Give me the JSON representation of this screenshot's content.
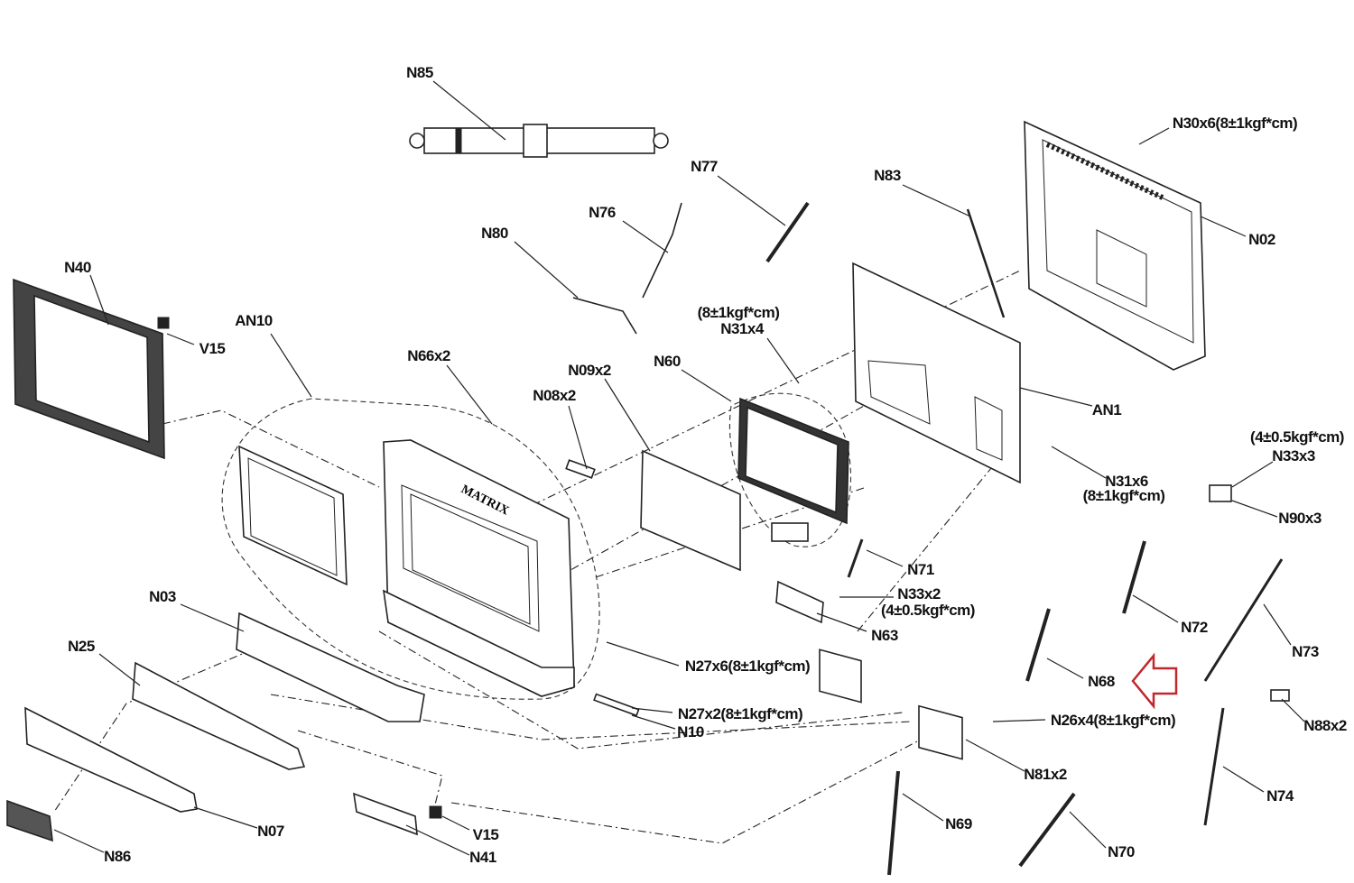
{
  "diagram": {
    "labels": {
      "n85": "N85",
      "n77": "N77",
      "n76": "N76",
      "n80": "N80",
      "n83": "N83",
      "n30": "N30x6(8±1kgf*cm)",
      "n02": "N02",
      "n40": "N40",
      "v15a": "V15",
      "an10": "AN10",
      "n66": "N66x2",
      "n09": "N09x2",
      "n08": "N08x2",
      "n60": "N60",
      "n31x4_torque": "(8±1kgf*cm)",
      "n31x4": "N31x4",
      "an1": "AN1",
      "n33x3_torque": "(4±0.5kgf*cm)",
      "n33x3": "N33x3",
      "n31x6": "N31x6",
      "n31x6_torque": "(8±1kgf*cm)",
      "n90": "N90x3",
      "n71": "N71",
      "n33x2": "N33x2",
      "n33x2_torque": "(4±0.5kgf*cm)",
      "n63": "N63",
      "n03": "N03",
      "n25": "N25",
      "n27x6": "N27x6(8±1kgf*cm)",
      "n68": "N68",
      "n72": "N72",
      "n73": "N73",
      "n88": "N88x2",
      "n27x2": "N27x2(8±1kgf*cm)",
      "n10": "N10",
      "n26": "N26x4(8±1kgf*cm)",
      "n81": "N81x2",
      "n74": "N74",
      "n07": "N07",
      "n69": "N69",
      "v15b": "V15",
      "n86": "N86",
      "n41": "N41",
      "n70": "N70"
    },
    "brand_text": "MATRIX",
    "highlight_arrow": {
      "points_to": "N68",
      "color": "#c0282d"
    }
  }
}
